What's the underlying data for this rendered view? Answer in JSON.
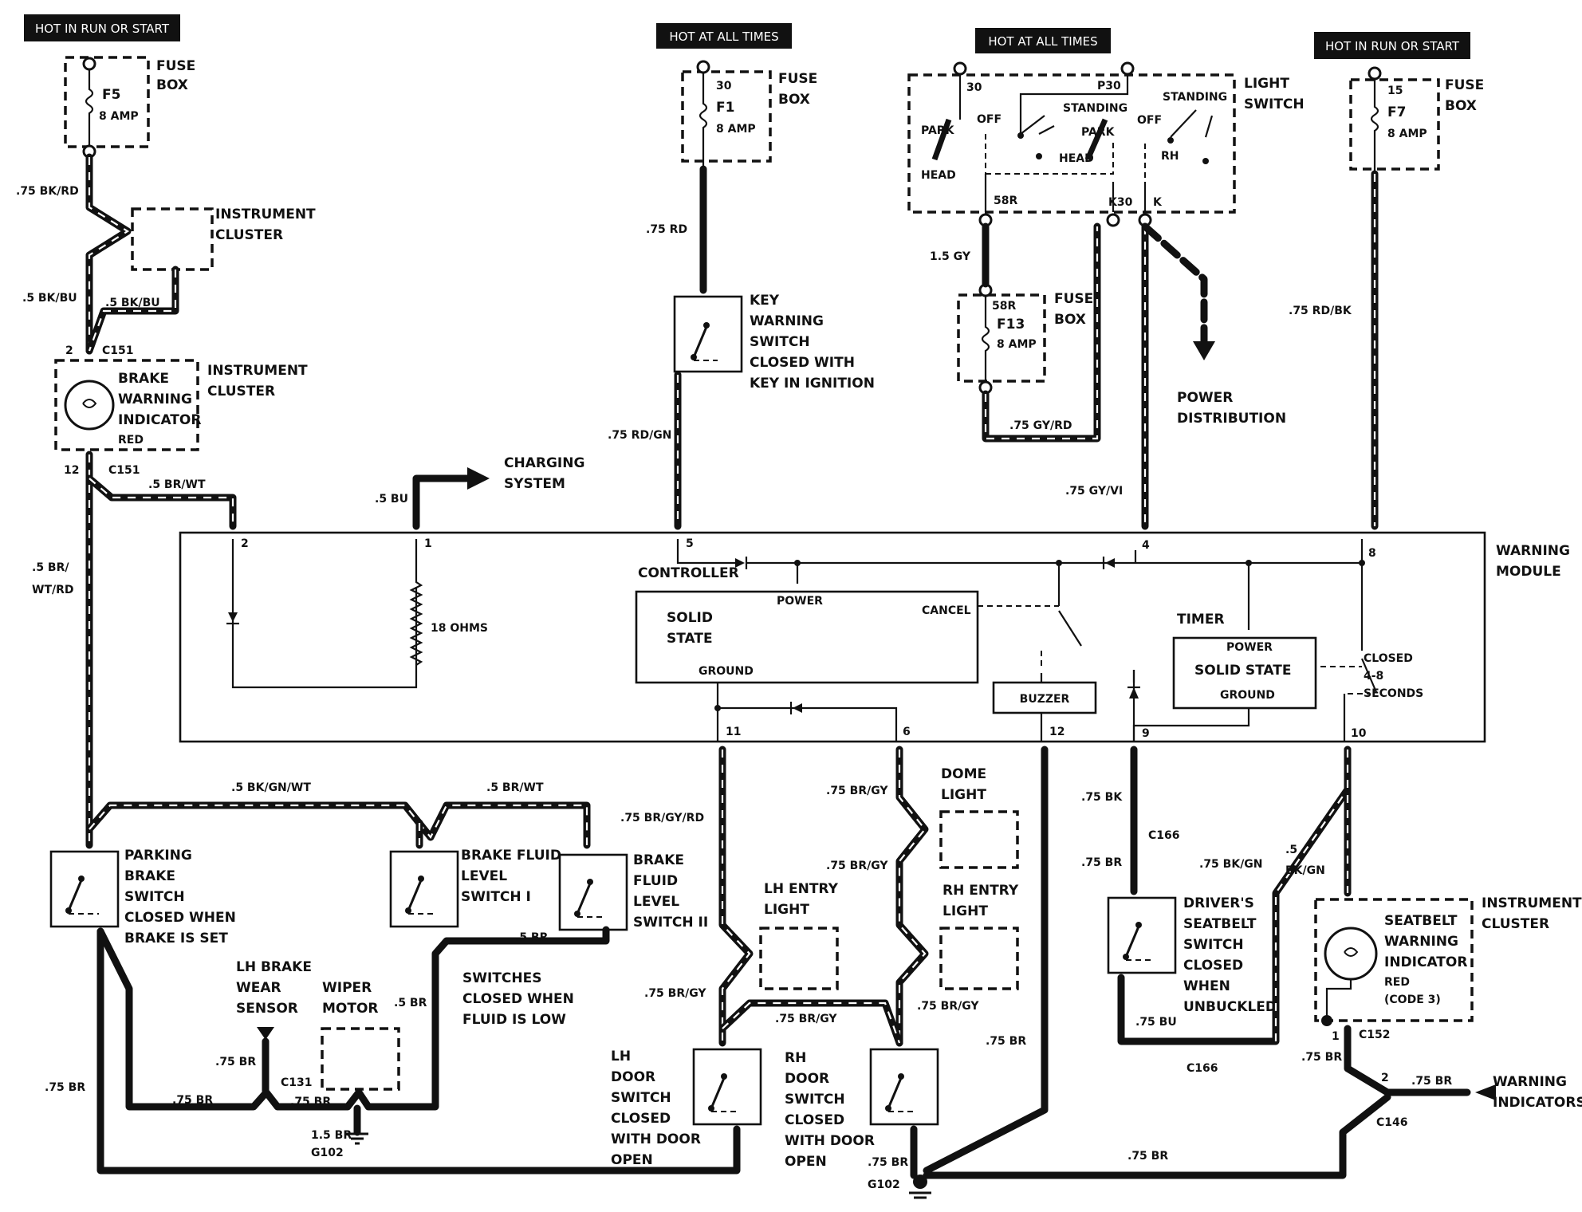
{
  "power_tags": {
    "run_start_1": "HOT IN RUN OR START",
    "always_1": "HOT AT ALL TIMES",
    "always_2": "HOT AT ALL TIMES",
    "run_start_2": "HOT IN RUN OR START"
  },
  "fuses": {
    "f5": {
      "name": "F5",
      "rating": "8 AMP",
      "box": [
        "FUSE",
        "BOX"
      ]
    },
    "f1": {
      "name": "F1",
      "rating": "8 AMP",
      "terminal": "30",
      "box": [
        "FUSE",
        "BOX"
      ]
    },
    "f13": {
      "name": "F13",
      "rating": "8 AMP",
      "terminal": "58R",
      "box": [
        "FUSE",
        "BOX"
      ]
    },
    "f7": {
      "name": "F7",
      "rating": "8 AMP",
      "terminal": "15",
      "box": [
        "FUSE",
        "BOX"
      ]
    }
  },
  "light_switch": {
    "title": [
      "LIGHT",
      "SWITCH"
    ],
    "t30": "30",
    "p30": "P30",
    "park_l": "PARK",
    "head_l": "HEAD",
    "off_l": "OFF",
    "standing_l": "STANDING",
    "park_r": "PARK",
    "head_r": "HEAD",
    "off_r": "OFF",
    "standing_r": "STANDING",
    "rh": "RH",
    "t58r": "58R",
    "k30": "K30",
    "k": "K"
  },
  "wires": {
    "bk_rd": ".75 BK/RD",
    "bk_bu_1": ".5 BK/BU",
    "bk_bu_2": ".5 BK/BU",
    "br_wt": ".5 BR/WT",
    "br_wt_rd": [
      ".5 BR/",
      "WT/RD"
    ],
    "bu": ".5 BU",
    "rd": ".75 RD",
    "rd_gn": ".75 RD/GN",
    "gy": "1.5 GY",
    "gy_rd": ".75 GY/RD",
    "gy_vi": ".75 GY/VI",
    "rd_bk": ".75 RD/BK",
    "bk_gn_wt": ".5 BK/GN/WT",
    "br_wt_2": ".5 BR/WT",
    "br_gy_rd": ".75 BR/GY/RD",
    "br_gy_1": ".75 BR/GY",
    "br_gy_2": ".75 BR/GY",
    "br_gy_3": ".75 BR/GY",
    "br_gy_4": ".75 BR/GY",
    "br_gy_5": ".75 BR/GY",
    "bk": ".75 BK",
    "br_a": ".75 BR",
    "bk_gn": ".75 BK/GN",
    "bk_gn_5": [
      ".5",
      "BK/GN"
    ],
    "br_5": ".5 BR",
    "br_5b": ".5 BR",
    "bu_75": ".75 BU",
    "br_left": ".75 BR",
    "br_b1": ".75 BR",
    "br_b2": ".75 BR",
    "br_b3": ".75 BR",
    "br_15": "1.5 BR",
    "br_mid": ".75 BR",
    "br_g102": ".75 BR",
    "br_bottom": ".75 BR",
    "br_c152": ".75 BR",
    "br_c146": ".75 BR"
  },
  "connectors": {
    "c151_a": "C151",
    "c151_b": "C151",
    "pin2": "2",
    "pin12": "12",
    "c166_a": "C166",
    "c166_b": "C166",
    "c131": "C131",
    "c152": "C152",
    "c146": "C146",
    "pin1_c152": "1",
    "pin2_c146": "2"
  },
  "grounds": {
    "g102_a": "G102",
    "g102_b": "G102"
  },
  "components": {
    "instrument_cluster_1": [
      "INSTRUMENT",
      "CLUSTER"
    ],
    "instrument_cluster_2": [
      "INSTRUMENT",
      "CLUSTER"
    ],
    "instrument_cluster_3": [
      "INSTRUMENT",
      "CLUSTER"
    ],
    "brake_indicator": [
      "BRAKE",
      "WARNING",
      "INDICATOR",
      "RED"
    ],
    "key_switch": [
      "KEY",
      "WARNING",
      "SWITCH",
      "CLOSED WITH",
      "KEY IN IGNITION"
    ],
    "power_distribution": [
      "POWER",
      "DISTRIBUTION"
    ],
    "charging": [
      "CHARGING",
      "SYSTEM"
    ],
    "parking_brake": [
      "PARKING",
      "BRAKE",
      "SWITCH",
      "CLOSED WHEN",
      "BRAKE IS SET"
    ],
    "brake_fluid_1": [
      "BRAKE FLUID",
      "LEVEL",
      "SWITCH I"
    ],
    "brake_fluid_2": [
      "BRAKE",
      "FLUID",
      "LEVEL",
      "SWITCH II"
    ],
    "switches_note": [
      "SWITCHES",
      "CLOSED WHEN",
      "FLUID IS LOW"
    ],
    "lh_brake_sensor": [
      "LH BRAKE",
      "WEAR",
      "SENSOR"
    ],
    "wiper_motor": [
      "WIPER",
      "MOTOR"
    ],
    "dome_light": [
      "DOME",
      "LIGHT"
    ],
    "lh_entry": [
      "LH ENTRY",
      "LIGHT"
    ],
    "rh_entry": [
      "RH ENTRY",
      "LIGHT"
    ],
    "lh_door": [
      "LH",
      "DOOR",
      "SWITCH",
      "CLOSED",
      "WITH DOOR",
      "OPEN"
    ],
    "rh_door": [
      "RH",
      "DOOR",
      "SWITCH",
      "CLOSED",
      "WITH DOOR",
      "OPEN"
    ],
    "seatbelt_switch": [
      "DRIVER'S",
      "SEATBELT",
      "SWITCH",
      "CLOSED",
      "WHEN",
      "UNBUCKLED"
    ],
    "seatbelt_indicator": [
      "SEATBELT",
      "WARNING",
      "INDICATOR",
      "RED",
      "(CODE 3)"
    ],
    "warning_indicators": [
      "WARNING",
      "INDICATORS"
    ]
  },
  "warning_module": {
    "title": [
      "WARNING",
      "MODULE"
    ],
    "controller": "CONTROLLER",
    "power": "POWER",
    "solid": "SOLID",
    "state": "STATE",
    "cancel": "CANCEL",
    "ground": "GROUND",
    "timer": "TIMER",
    "timer_power": "POWER",
    "timer_solid_state": "SOLID STATE",
    "timer_ground": "GROUND",
    "buzzer": "BUZZER",
    "closed_note": [
      "CLOSED",
      "4-8",
      "SECONDS"
    ],
    "ohms": "18 OHMS",
    "pins": {
      "p1": "1",
      "p2": "2",
      "p4": "4",
      "p5": "5",
      "p6": "6",
      "p8": "8",
      "p9": "9",
      "p10": "10",
      "p11": "11",
      "p12": "12"
    }
  }
}
